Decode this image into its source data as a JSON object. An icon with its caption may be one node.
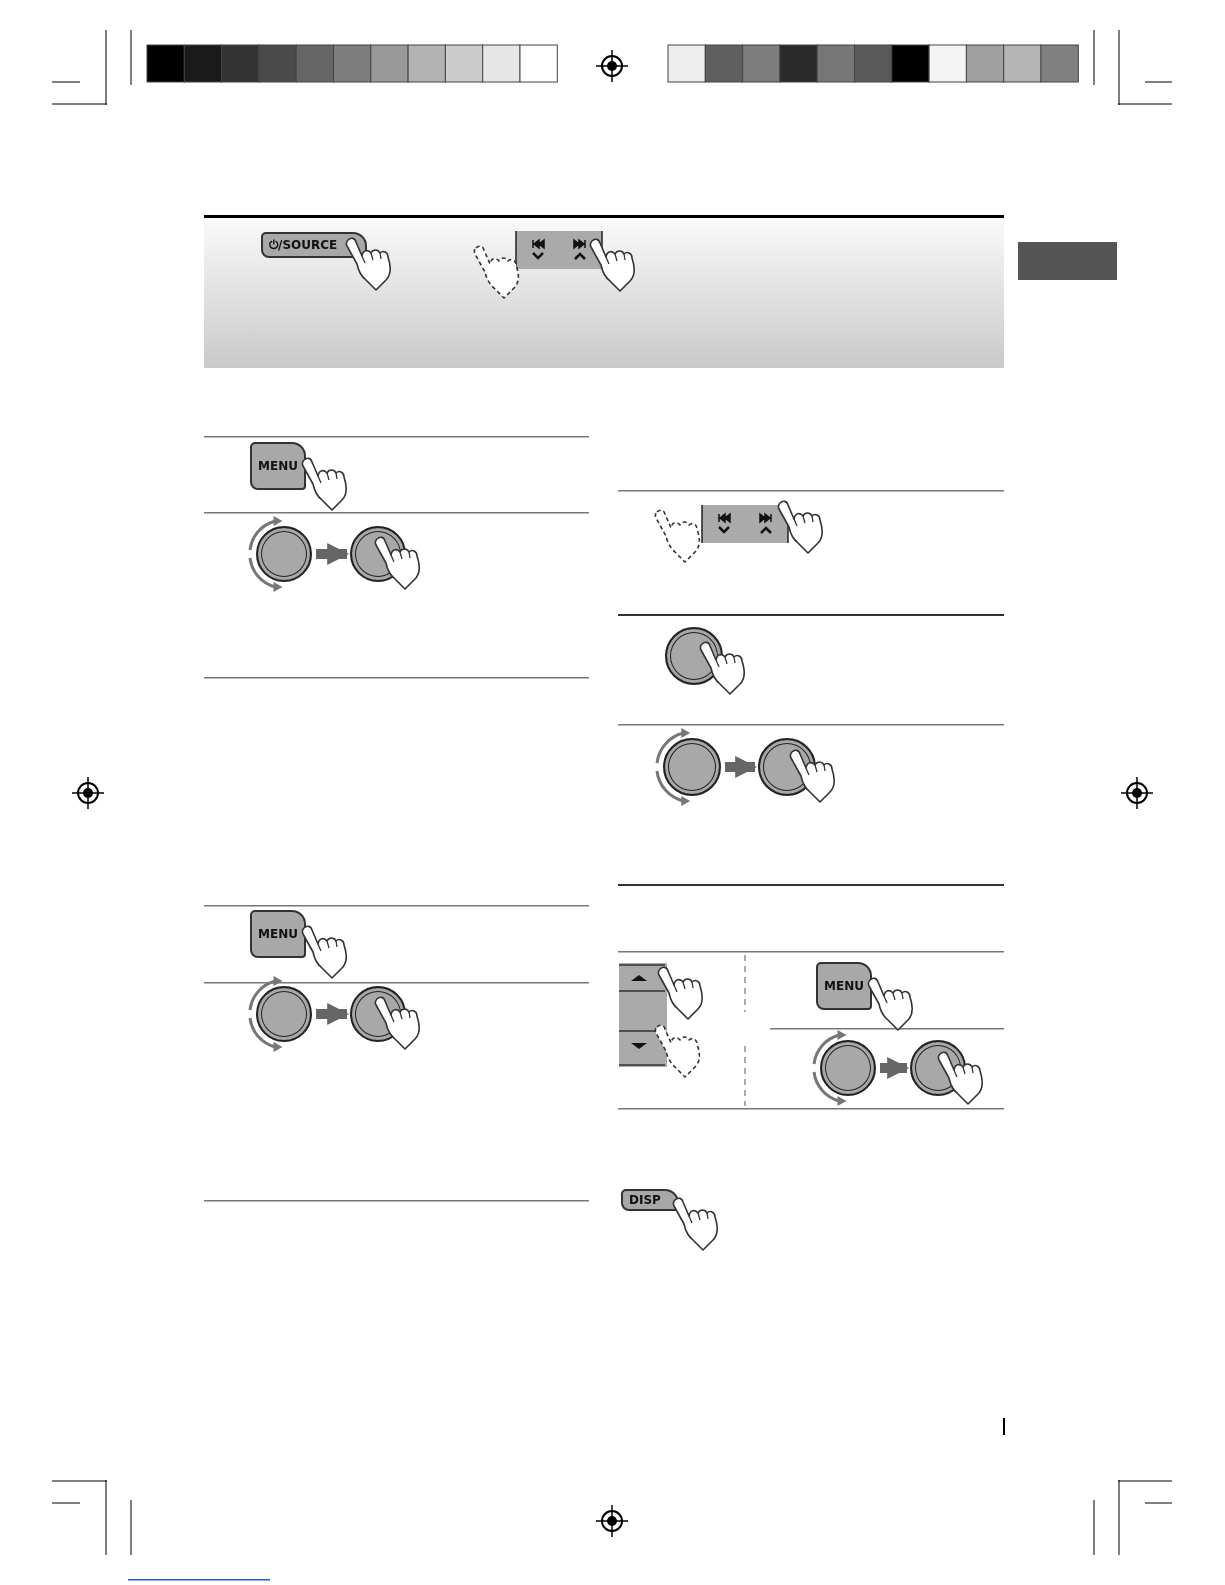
{
  "diagram": {
    "nodes": [
      {
        "text": [
          "⏻/SOURCE"
        ]
      },
      {
        "text": [
          "MENU"
        ]
      },
      {
        "text": [],
        "shape": "circle"
      },
      {
        "text": [],
        "shape": "circle"
      },
      {
        "text": [
          "MENU"
        ]
      },
      {
        "text": [],
        "shape": "circle"
      },
      {
        "text": [],
        "shape": "circle"
      },
      {
        "text": [],
        "shape": "circle"
      },
      {
        "text": [],
        "shape": "circle"
      },
      {
        "text": [],
        "shape": "circle"
      },
      {
        "text": [
          "MENU"
        ]
      },
      {
        "text": [],
        "shape": "circle"
      },
      {
        "text": [],
        "shape": "circle"
      },
      {
        "text": [
          "DISP"
        ]
      }
    ],
    "edges": [
      {
        "from": 2,
        "to": 3,
        "arrow": "to"
      },
      {
        "from": 5,
        "to": 6,
        "arrow": "to"
      },
      {
        "from": 8,
        "to": 9,
        "arrow": "to"
      },
      {
        "from": 11,
        "to": 12,
        "arrow": "to"
      }
    ]
  }
}
